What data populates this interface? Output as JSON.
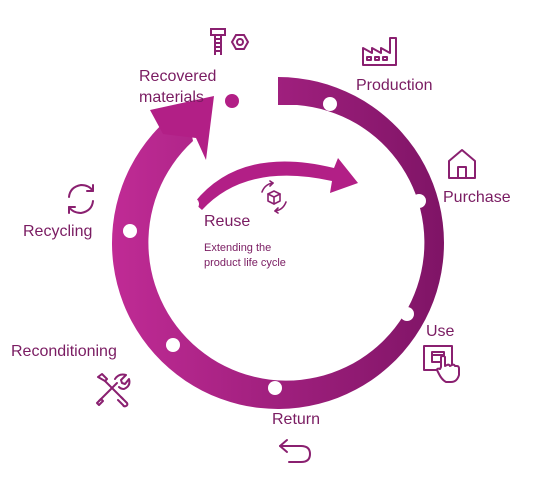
{
  "colors": {
    "ring_start": "#c02b95",
    "ring_end": "#7f1466",
    "arrow": "#b21f86",
    "dot": "#ffffff",
    "text": "#7a1c62",
    "icon": "#8a2070"
  },
  "stages": {
    "recovered": {
      "line1": "Recovered",
      "line2": "materials",
      "icon": "bolt-and-nut-icon"
    },
    "production": {
      "label": "Production",
      "icon": "factory-icon"
    },
    "purchase": {
      "label": "Purchase",
      "icon": "house-icon"
    },
    "use": {
      "label": "Use",
      "icon": "hand-tapping-box-icon"
    },
    "return": {
      "label": "Return",
      "icon": "return-arrow-icon"
    },
    "reconditioning": {
      "label": "Reconditioning",
      "icon": "wrench-and-screwdriver-icon"
    },
    "recycling": {
      "label": "Recycling",
      "icon": "circular-arrows-icon"
    },
    "reuse": {
      "label": "Reuse",
      "line1": "Extending the",
      "line2": "product life cycle",
      "icon": "reuse-cube-icon"
    }
  }
}
